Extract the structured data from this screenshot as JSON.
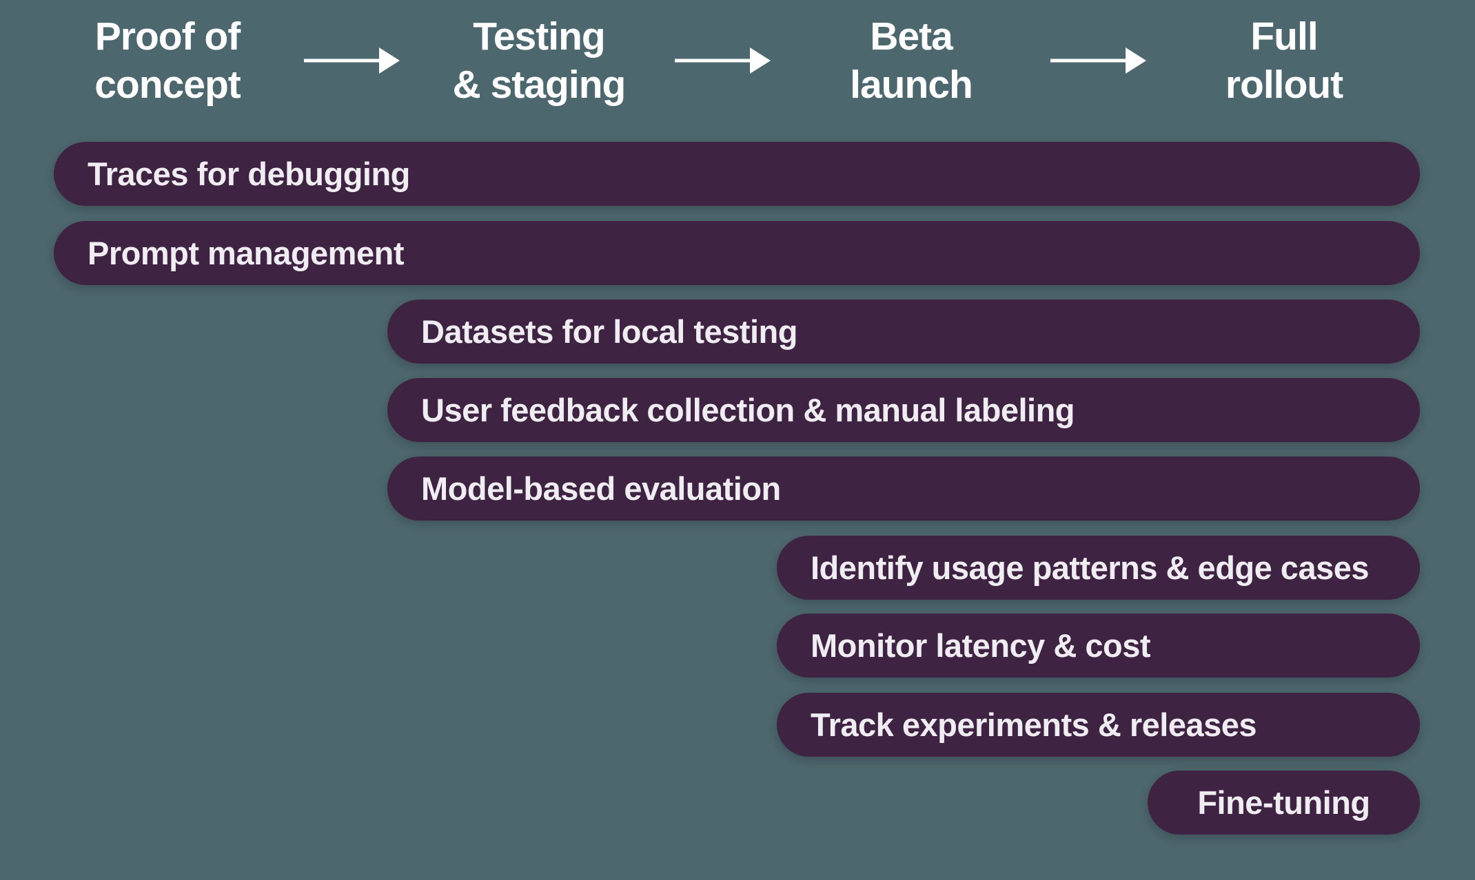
{
  "palette": {
    "background": "#4C676D",
    "bar_fill": "#3F2342",
    "bar_text": "#F0EDF2",
    "header_text": "#FFFFFF",
    "arrow": "#FFFFFF"
  },
  "stages": [
    {
      "label": "Proof of\nconcept"
    },
    {
      "label": "Testing\n& staging"
    },
    {
      "label": "Beta\nlaunch"
    },
    {
      "label": "Full\nrollout"
    }
  ],
  "bars": [
    {
      "label": "Traces for debugging",
      "start_stage": "Proof of concept"
    },
    {
      "label": "Prompt management",
      "start_stage": "Proof of concept"
    },
    {
      "label": "Datasets for local testing",
      "start_stage": "Testing & staging"
    },
    {
      "label": "User feedback collection & manual labeling",
      "start_stage": "Testing & staging"
    },
    {
      "label": "Model-based evaluation",
      "start_stage": "Testing & staging"
    },
    {
      "label": "Identify usage patterns & edge cases",
      "start_stage": "Beta launch"
    },
    {
      "label": "Monitor latency & cost",
      "start_stage": "Beta launch"
    },
    {
      "label": "Track experiments & releases",
      "start_stage": "Beta launch"
    },
    {
      "label": "Fine-tuning",
      "start_stage": "Full rollout"
    }
  ]
}
